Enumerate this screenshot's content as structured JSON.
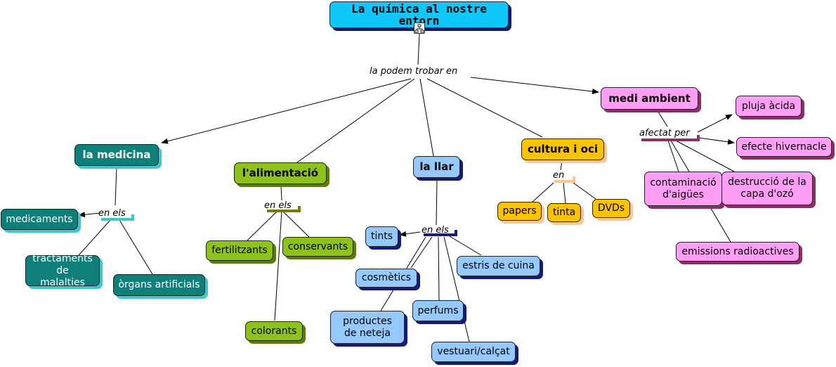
{
  "title": "La química al nostre entorn",
  "links": {
    "root_link": "la podem trobar en",
    "medicina_link": "en els",
    "alimentacio_link": "en els",
    "llar_link": "en els",
    "cultura_link": "en",
    "medi_link": "afectat per"
  },
  "nodes": {
    "medicina": "la medicina",
    "alimentacio": "l'alimentació",
    "llar": "la llar",
    "cultura": "cultura i oci",
    "medi": "medi ambient",
    "medicaments": "medicaments",
    "tractaments": "tractaments de malalties",
    "organs": "òrgans artificials",
    "fertilitzants": "fertilitzants",
    "conservants": "conservants",
    "colorants": "colorants",
    "tints": "tints",
    "cosmetics": "cosmètics",
    "estris": "estris de cuina",
    "productes": "productes de neteja",
    "perfums": "perfums",
    "vestuari": "vestuari/calçat",
    "papers": "papers",
    "tinta": "tinta",
    "dvds": "DVDs",
    "pluja": "pluja àcida",
    "efecte": "efecte hivernacle",
    "contaminacio": "contaminació d'aigües",
    "destruccio": "destrucció de la capa d'ozó",
    "emissions": "emissions radioactives"
  },
  "colors": {
    "medicina": "#0f7f7a",
    "alimentacio": "#8cc21a",
    "llar": "#95c8fb",
    "cultura": "#f9c300",
    "medi": "#ff9ef5",
    "root": "#0ec7fb"
  },
  "icons": {
    "concept_map": "concept-map-icon"
  }
}
